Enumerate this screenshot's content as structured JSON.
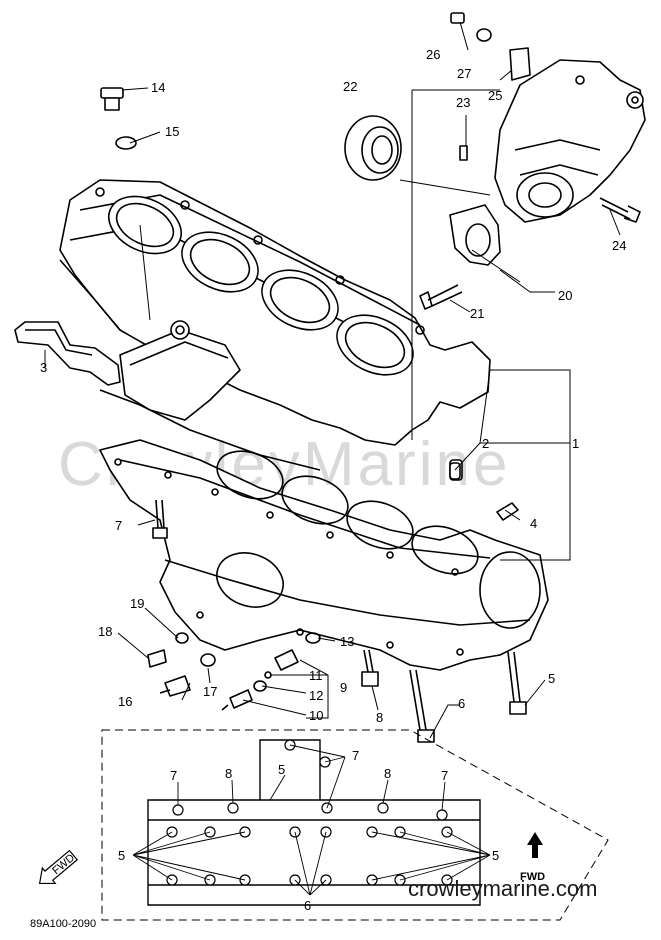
{
  "diagram": {
    "watermark": "CrowleyMarine",
    "site_label": "crowleymarine.com",
    "part_code": "89A100-2090",
    "fwd_label": "FWD",
    "fwd_arrow_label": "FWD",
    "callouts": {
      "c1": "1",
      "c2": "2",
      "c3": "3",
      "c4": "4",
      "c5": "5",
      "c6": "6",
      "c7": "7",
      "c8": "8",
      "c9": "9",
      "c10": "10",
      "c11": "11",
      "c12": "12",
      "c13": "13",
      "c14": "14",
      "c15": "15",
      "c16": "16",
      "c17": "17",
      "c18": "18",
      "c19": "19",
      "c20": "20",
      "c21": "21",
      "c22": "22",
      "c23": "23",
      "c24": "24",
      "c25": "25",
      "c26": "26",
      "c27": "27"
    },
    "inset_callouts": {
      "i7a": "7",
      "i7b": "7",
      "i7c": "7",
      "i8a": "8",
      "i8b": "8",
      "i5a": "5",
      "i5b": "5",
      "i5c": "5",
      "i6": "6"
    }
  }
}
